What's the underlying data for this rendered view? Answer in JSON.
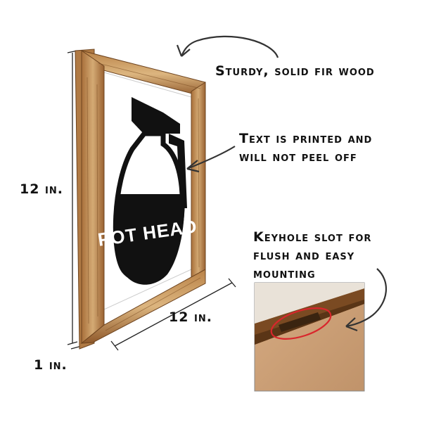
{
  "sign": {
    "text": "POT HEAD"
  },
  "callouts": {
    "wood": "Sturdy, solid fir wood",
    "print_line1": "Text is printed and",
    "print_line2": "will not peel off",
    "keyhole_line1": "Keyhole slot for",
    "keyhole_line2": "flush and easy",
    "keyhole_line3": "mounting"
  },
  "dimensions": {
    "height": "12 in.",
    "width": "12 in.",
    "depth": "1 in."
  },
  "colors": {
    "wood_light": "#c9a16d",
    "wood_dark": "#8a5a2b",
    "sign_black": "#111111",
    "highlight_ring": "#d9262c",
    "back_panel": "#c9a27a"
  }
}
